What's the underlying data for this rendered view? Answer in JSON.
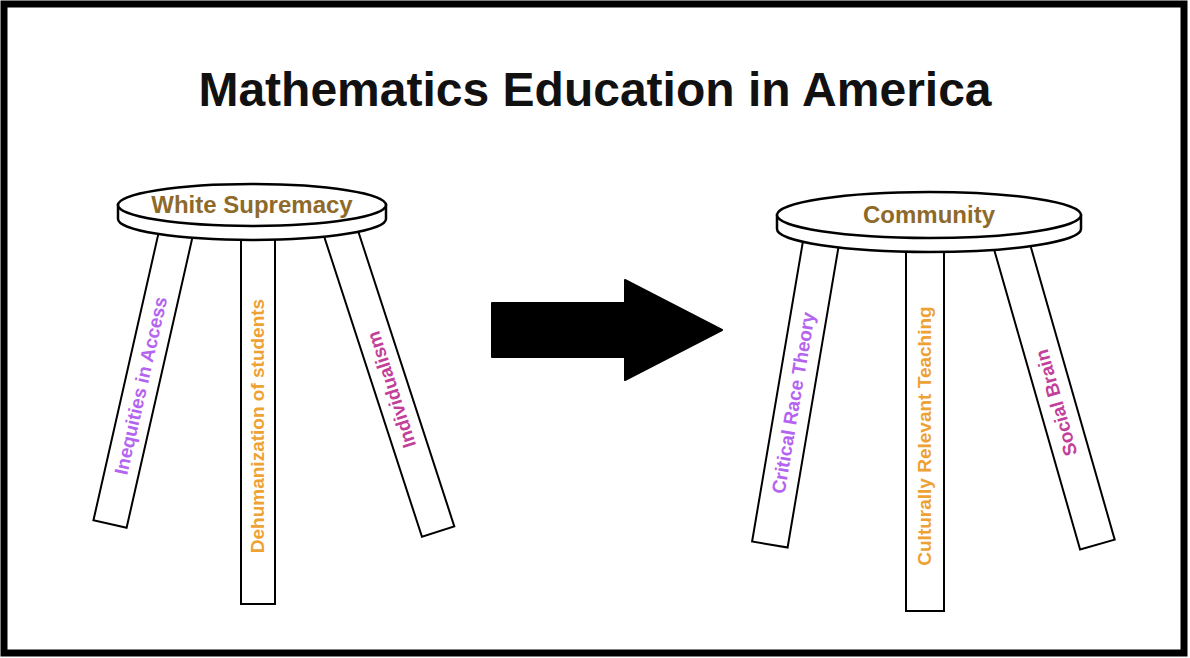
{
  "diagram": {
    "title": "Mathematics Education in America",
    "nodes": [
      {
        "text": [
          "White Supremacy"
        ]
      },
      {
        "text": [
          "Inequities in Access"
        ]
      },
      {
        "text": [
          "Dehumanization of students"
        ]
      },
      {
        "text": [
          "Individualism"
        ]
      },
      {
        "text": [
          "Community"
        ]
      },
      {
        "text": [
          "Critical Race Theory"
        ]
      },
      {
        "text": [
          "Culturally Relevant Teaching"
        ]
      },
      {
        "text": [
          "Social Brain"
        ]
      }
    ],
    "edges": [
      {
        "from": 0,
        "to": 4,
        "arrow": "to"
      }
    ]
  }
}
